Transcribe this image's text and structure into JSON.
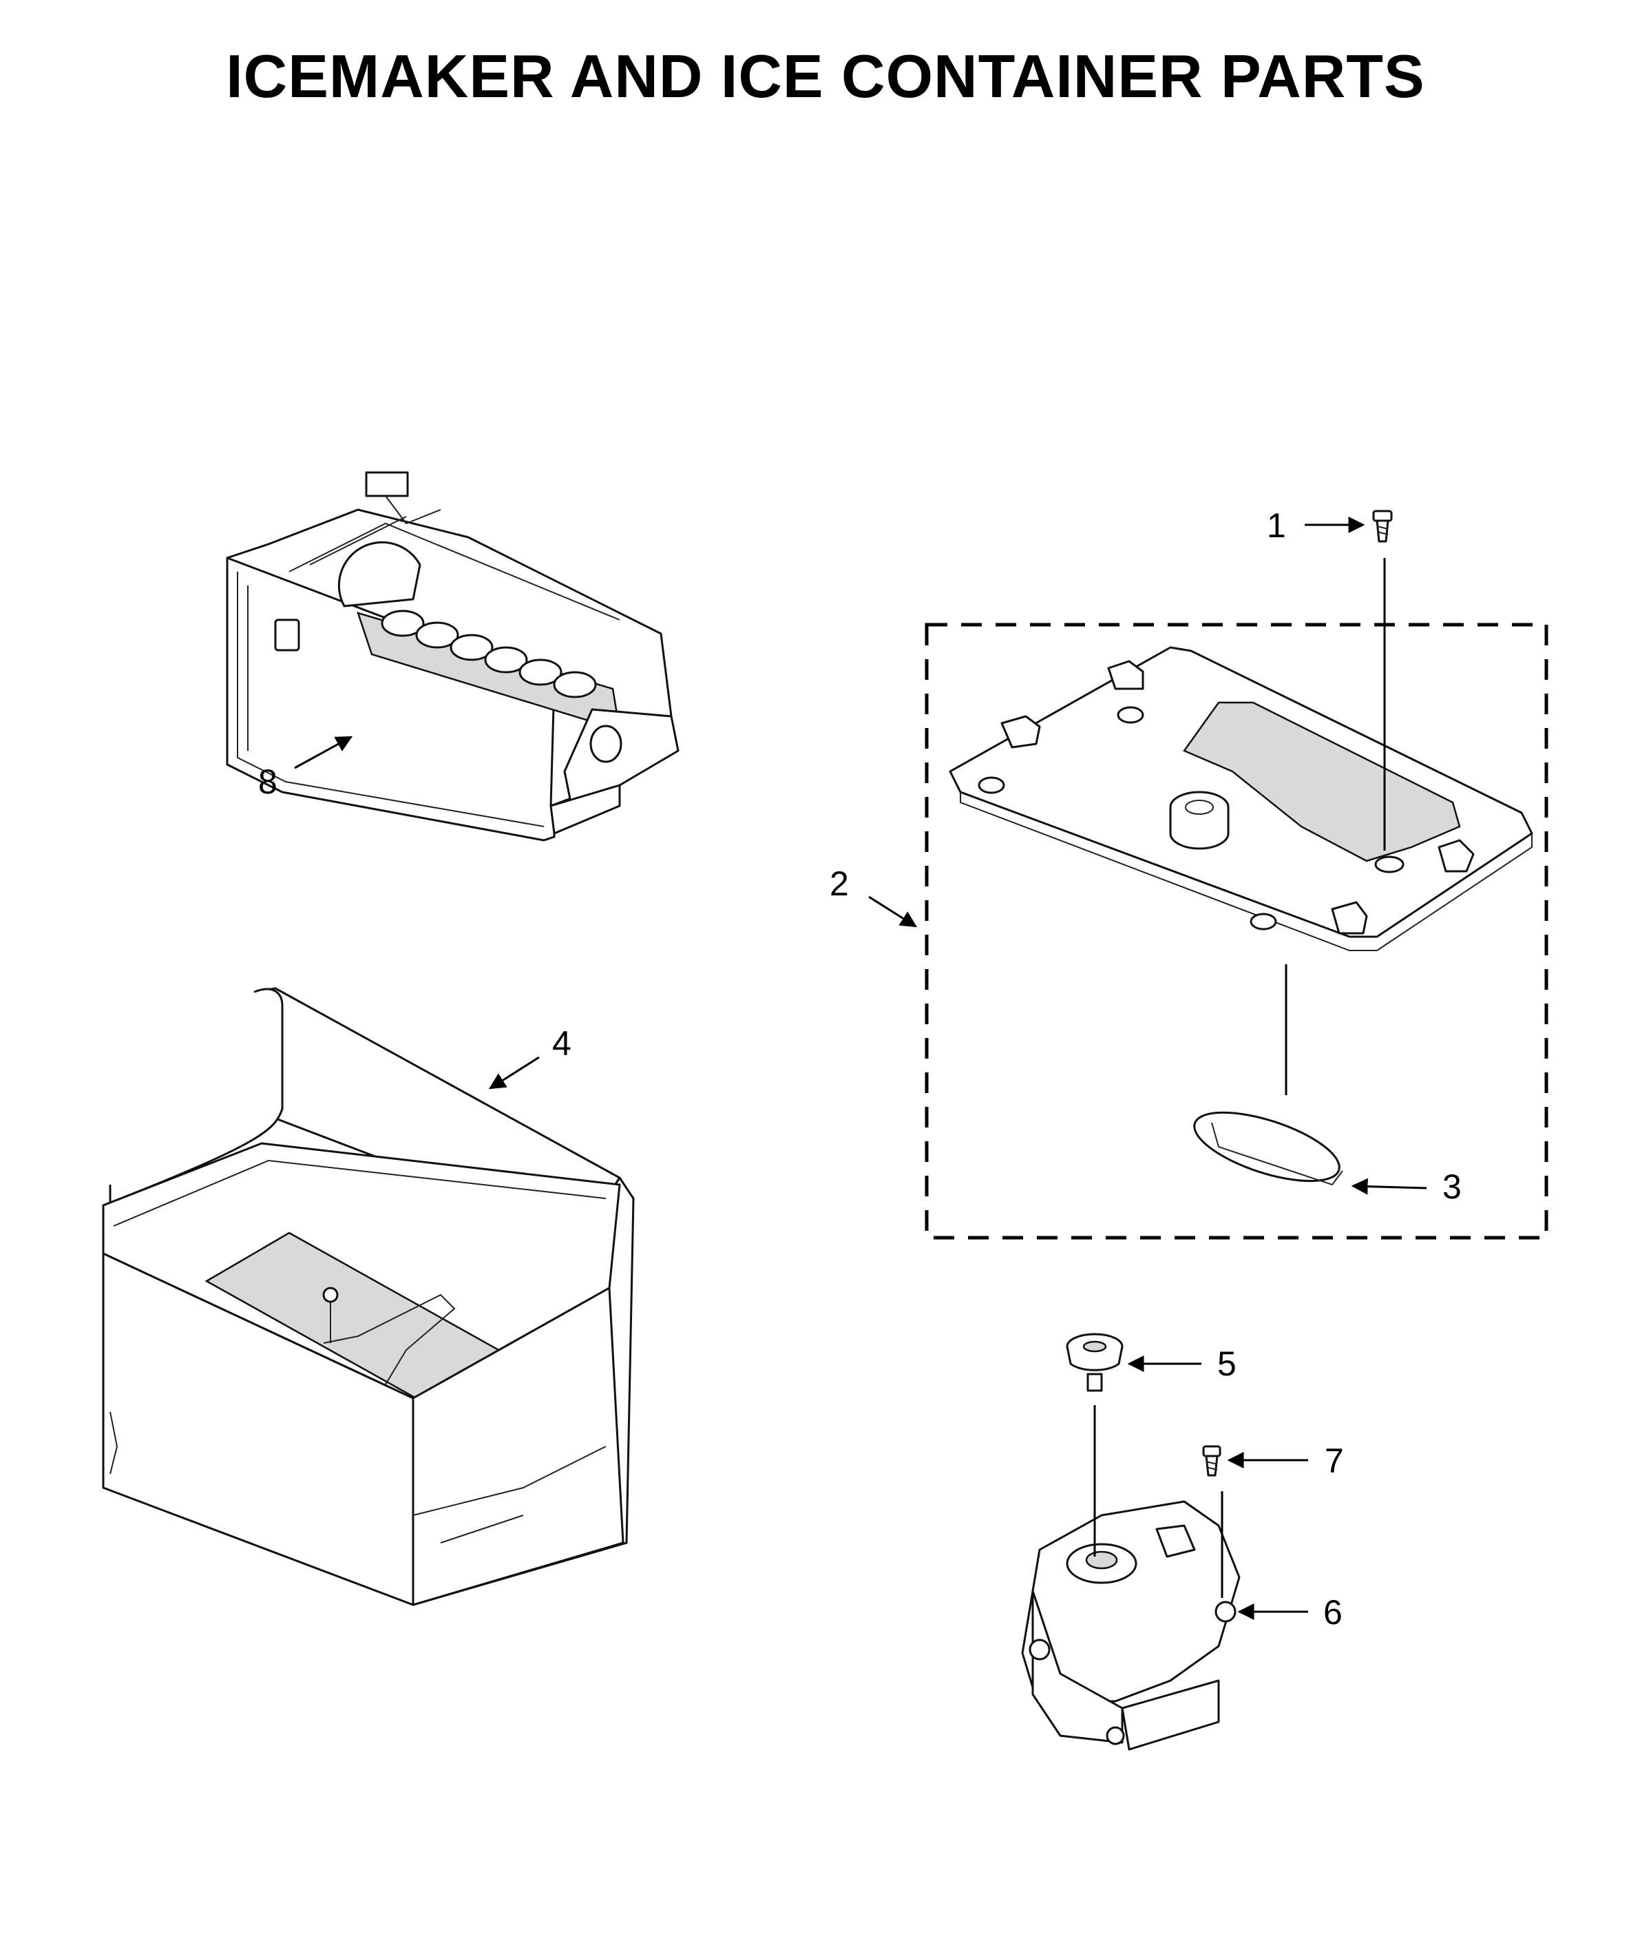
{
  "title": "ICEMAKER AND ICE CONTAINER PARTS",
  "callouts": {
    "c1": "1",
    "c2": "2",
    "c3": "3",
    "c4": "4",
    "c5": "5",
    "c6": "6",
    "c7": "7",
    "c8": "8"
  }
}
